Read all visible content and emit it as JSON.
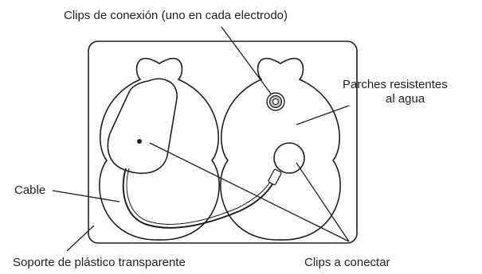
{
  "labels": {
    "clips_conexion": "Clips de conexión (uno en cada electrodo)",
    "parches_line1": "Parches resistentes",
    "parches_line2": "al agua",
    "cable": "Cable",
    "soporte": "Soporte de plástico transparente",
    "clips_conectar": "Clips a conectar"
  },
  "colors": {
    "ink": "#231f20",
    "fill": "#ffffff",
    "clip_fill": "#bdbdbd"
  }
}
